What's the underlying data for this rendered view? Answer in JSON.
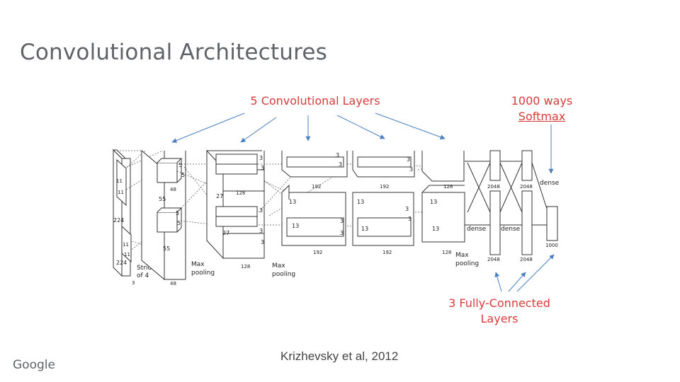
{
  "slide": {
    "title": "Convolutional Architectures",
    "citation": "Krizhevsky et al, 2012",
    "brand": "Google"
  },
  "annotations": {
    "conv_layers": "5 Convolutional Layers",
    "softmax_line1": "1000 ways",
    "softmax_line2": "Softmax",
    "fc_line1": "3 Fully-Connected",
    "fc_line2": "Layers"
  },
  "colors": {
    "annotation": "#d93b3b",
    "arrow": "#4a7fc1",
    "title": "#5f6368"
  },
  "diagram": {
    "input": {
      "size_a": "224",
      "size_b": "224",
      "depth": "3",
      "kernel": "11",
      "stride_line1": "Stride",
      "stride_line2": "of 4"
    },
    "conv1": {
      "size": "55",
      "kernel": "5",
      "depth": "48"
    },
    "conv2": {
      "size": "27",
      "kernel": "3",
      "depth": "128"
    },
    "conv3": {
      "size": "13",
      "kernel": "3",
      "depth": "192"
    },
    "conv4": {
      "size": "13",
      "kernel": "3",
      "depth": "192"
    },
    "conv5": {
      "size": "13",
      "depth": "128"
    },
    "pool_line1": "Max",
    "pool_line2": "pooling",
    "dense_label": "dense",
    "fc6": "2048",
    "fc7": "2048",
    "output": "1000"
  }
}
